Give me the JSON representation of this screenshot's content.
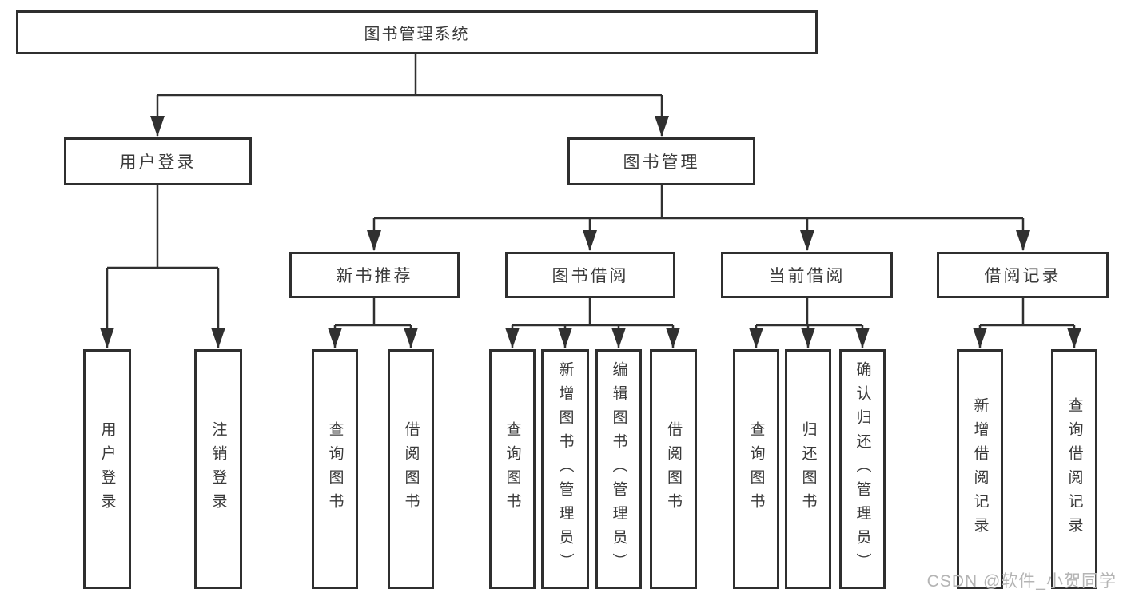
{
  "tree": {
    "root": "图书管理系统",
    "branches": [
      {
        "label": "用户登录",
        "children": [
          "用户登录",
          "注销登录"
        ]
      },
      {
        "label": "图书管理",
        "groups": [
          {
            "label": "新书推荐",
            "children": [
              "查询图书",
              "借阅图书"
            ]
          },
          {
            "label": "图书借阅",
            "children": [
              "查询图书",
              "新增图书（管理员）",
              "编辑图书（管理员）",
              "借阅图书"
            ]
          },
          {
            "label": "当前借阅",
            "children": [
              "查询图书",
              "归还图书",
              "确认归还（管理员）"
            ]
          },
          {
            "label": "借阅记录",
            "children": [
              "新增借阅记录",
              "查询借阅记录"
            ]
          }
        ]
      }
    ]
  },
  "watermark": {
    "text": "CSDN @软件_小贺同学"
  },
  "colors": {
    "line": "#303030",
    "box_border": "#2f2f2f",
    "text": "#3a3a3a",
    "watermark": "#b4b4b4",
    "background": "#ffffff"
  }
}
